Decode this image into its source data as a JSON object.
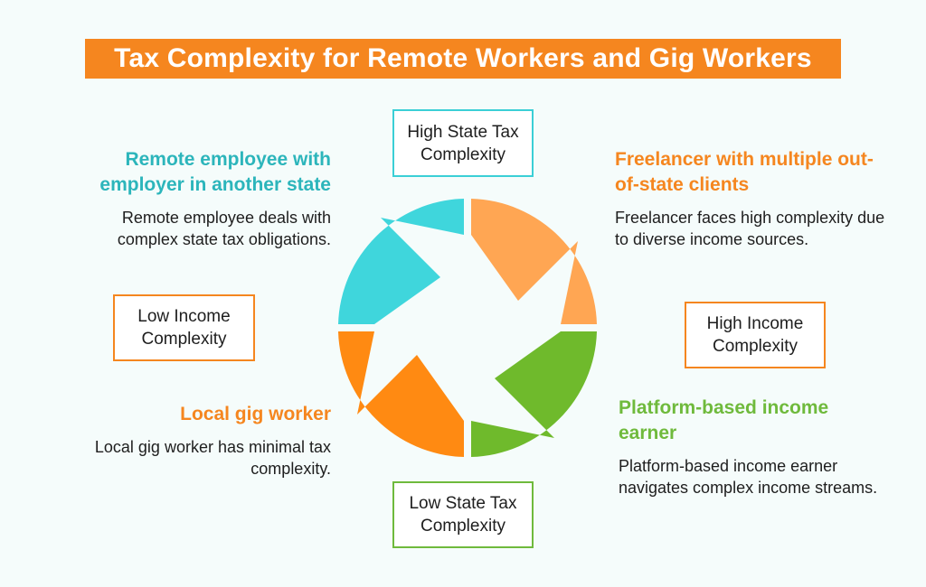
{
  "title": "Tax Complexity for Remote Workers and Gig Workers",
  "axes": {
    "top": "High State Tax Complexity",
    "bottom": "Low State Tax Complexity",
    "left": "Low Income Complexity",
    "right": "High Income Complexity"
  },
  "quadrants": {
    "top_left": {
      "heading": "Remote employee with employer in another state",
      "description": "Remote employee deals with complex state tax obligations.",
      "color": "#2cb5bb"
    },
    "top_right": {
      "heading": "Freelancer with multiple out-of-state clients",
      "description": "Freelancer faces high complexity due to diverse income sources.",
      "color": "#f5861f"
    },
    "bottom_left": {
      "heading": "Local gig worker",
      "description": "Local gig worker has minimal tax complexity.",
      "color": "#f5861f"
    },
    "bottom_right": {
      "heading": "Platform-based income earner",
      "description": "Platform-based income earner navigates complex income streams.",
      "color": "#6fba3c"
    }
  },
  "cycle_colors": {
    "top_left": "#3fd6dc",
    "top_right": "#ffa653",
    "bottom_right": "#6fba2c",
    "bottom_left": "#ff8a12"
  }
}
